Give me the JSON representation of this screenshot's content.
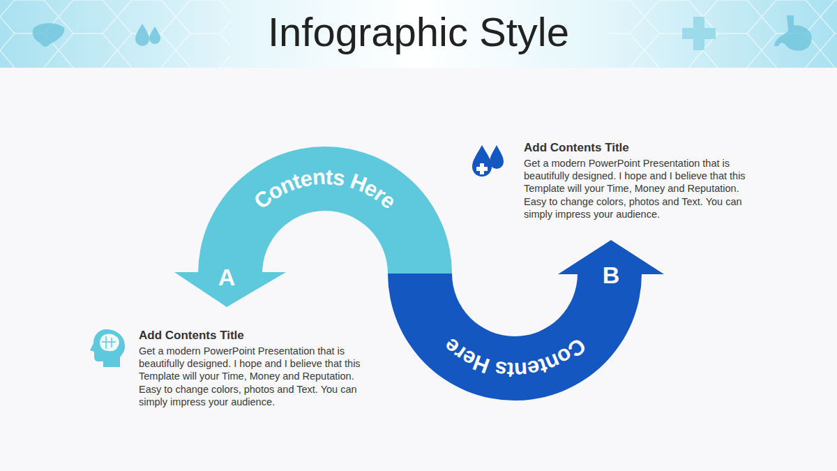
{
  "diagram": {
    "title": "Infographic Style",
    "nodes": [
      {
        "text": [
          "Contents Here",
          "A"
        ]
      },
      {
        "text": [
          "Contents Here",
          "B"
        ]
      }
    ],
    "labels": [
      "Add Contents Title",
      "Get a modern PowerPoint Presentation that is beautifully designed. I hope and I believe that this Template will your Time, Money and Reputation. Easy to change colors, photos and Text. You can simply impress your audience.",
      "Add Contents Title",
      "Get a modern PowerPoint Presentation that is beautifully designed. I hope and I believe that this Template will your Time, Money and Reputation. Easy to change colors, photos and Text. You can simply impress your audience."
    ]
  }
}
